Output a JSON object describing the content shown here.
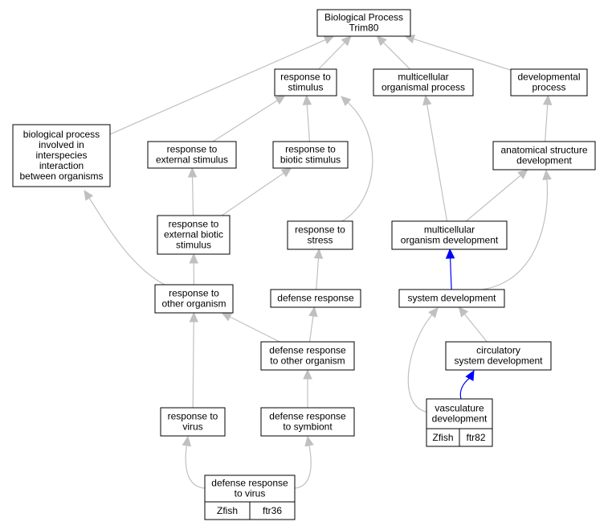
{
  "colors": {
    "edge_gray": "#c0c0c0",
    "edge_blue": "#0000ff",
    "tag_fill": "#6495ed",
    "node_border": "#000000",
    "background": "#ffffff"
  },
  "nodes": {
    "root": {
      "lines": [
        "Biological Process",
        "Trim80"
      ]
    },
    "stimulus": {
      "lines": [
        "response to",
        "stimulus"
      ]
    },
    "multi_proc": {
      "lines": [
        "multicellular",
        "organismal process"
      ]
    },
    "dev_proc": {
      "lines": [
        "developmental",
        "process"
      ]
    },
    "interspecies": {
      "lines": [
        "biological process",
        "involved in",
        "interspecies",
        "interaction",
        "between organisms"
      ]
    },
    "ext_stim": {
      "lines": [
        "response to",
        "external stimulus"
      ]
    },
    "biotic_stim": {
      "lines": [
        "response to",
        "biotic stimulus"
      ]
    },
    "anat_dev": {
      "lines": [
        "anatomical structure",
        "development"
      ]
    },
    "ext_biotic": {
      "lines": [
        "response to",
        "external biotic",
        "stimulus"
      ]
    },
    "stress": {
      "lines": [
        "response to",
        "stress"
      ]
    },
    "multi_dev": {
      "lines": [
        "multicellular",
        "organism development"
      ]
    },
    "other_org": {
      "lines": [
        "response to",
        "other organism"
      ]
    },
    "defense": {
      "lines": [
        "defense response"
      ]
    },
    "system_dev": {
      "lines": [
        "system development"
      ]
    },
    "def_other": {
      "lines": [
        "defense response",
        "to other organism"
      ]
    },
    "circ_dev": {
      "lines": [
        "circulatory",
        "system development"
      ]
    },
    "virus": {
      "lines": [
        "response to",
        "virus"
      ]
    },
    "symbiont": {
      "lines": [
        "defense response",
        "to symbiont"
      ]
    },
    "vasc_dev": {
      "lines": [
        "vasculature",
        "development"
      ],
      "tags": [
        "Zfish",
        "ftr82"
      ]
    },
    "def_virus": {
      "lines": [
        "defense response",
        "to virus"
      ],
      "tags": [
        "Zfish",
        "ftr36"
      ]
    }
  },
  "edges": [
    {
      "from": "stimulus",
      "to": "root",
      "color": "gray"
    },
    {
      "from": "multi_proc",
      "to": "root",
      "color": "gray"
    },
    {
      "from": "dev_proc",
      "to": "root",
      "color": "gray"
    },
    {
      "from": "interspecies",
      "to": "root",
      "color": "gray"
    },
    {
      "from": "ext_stim",
      "to": "stimulus",
      "color": "gray"
    },
    {
      "from": "biotic_stim",
      "to": "stimulus",
      "color": "gray"
    },
    {
      "from": "stress",
      "to": "stimulus",
      "color": "gray"
    },
    {
      "from": "anat_dev",
      "to": "dev_proc",
      "color": "gray"
    },
    {
      "from": "multi_dev",
      "to": "multi_proc",
      "color": "gray"
    },
    {
      "from": "multi_dev",
      "to": "anat_dev",
      "color": "gray"
    },
    {
      "from": "ext_biotic",
      "to": "ext_stim",
      "color": "gray"
    },
    {
      "from": "ext_biotic",
      "to": "biotic_stim",
      "color": "gray"
    },
    {
      "from": "other_org",
      "to": "ext_biotic",
      "color": "gray"
    },
    {
      "from": "other_org",
      "to": "interspecies",
      "color": "gray"
    },
    {
      "from": "defense",
      "to": "stress",
      "color": "gray"
    },
    {
      "from": "system_dev",
      "to": "multi_dev",
      "color": "blue"
    },
    {
      "from": "system_dev",
      "to": "anat_dev",
      "color": "gray"
    },
    {
      "from": "def_other",
      "to": "other_org",
      "color": "gray"
    },
    {
      "from": "def_other",
      "to": "defense",
      "color": "gray"
    },
    {
      "from": "circ_dev",
      "to": "system_dev",
      "color": "gray"
    },
    {
      "from": "vasc_dev",
      "to": "circ_dev",
      "color": "blue"
    },
    {
      "from": "vasc_dev",
      "to": "system_dev",
      "color": "gray"
    },
    {
      "from": "virus",
      "to": "other_org",
      "color": "gray"
    },
    {
      "from": "symbiont",
      "to": "def_other",
      "color": "gray"
    },
    {
      "from": "def_virus",
      "to": "virus",
      "color": "gray"
    },
    {
      "from": "def_virus",
      "to": "symbiont",
      "color": "gray"
    }
  ]
}
